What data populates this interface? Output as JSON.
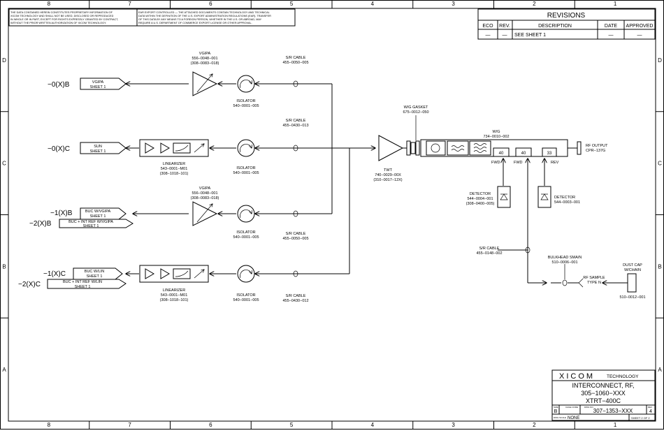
{
  "border": {
    "columns": [
      "8",
      "7",
      "6",
      "5",
      "4",
      "3",
      "2",
      "1"
    ],
    "rows": [
      "D",
      "C",
      "B",
      "A"
    ]
  },
  "notices": {
    "proprietary": [
      "THE DATA CONTAINED HEREIN CONSTITUTES PROPRIETARY INFORMATION OF",
      "XICOM TECHNOLOGY AND SHALL NOT BE USED, DISCLOSED OR REPRODUCED",
      "IN WHOLE OR IN PART, EXCEPT FOR RIGHTS EXPRESSLY GRANTED BY CONTRACT,",
      "WITHOUT THE PRIOR WRITTEN AUTHORIZATION OF XICOM TECHNOLOGY."
    ],
    "export": [
      "EAR EXPORT CONTROLLED — THE ATTACHED DOCUMENTS CONTAIN TECHNOLOGY AND TECHNICAL",
      "DATA WITHIN THE DEFINITION OF THE U.S. EXPORT ADMINISTRATION REGULATIONS (EAR). TRANSFER",
      "OF THIS DATA BY ANY MEANS TO A FOREIGN PERSON, WHETHER IN THE U.S. OR ABROAD, MAY",
      "REQUIRE A U.S. DEPARTMENT OF COMMERCE EXPORT LICENSE OR OTHER APPROVAL."
    ]
  },
  "revisions": {
    "title": "REVISIONS",
    "headers": [
      "ECO",
      "REV.",
      "DESCRIPTION",
      "DATE",
      "APPROVED"
    ],
    "row": [
      "—",
      "—",
      "SEE SHEET 1",
      "—",
      "—"
    ]
  },
  "signals": {
    "s1": {
      "label": "−0(X)B",
      "tag1": "VGIPA",
      "tag2": "SHEET 1"
    },
    "s2": {
      "label": "−0(X)C",
      "tag1": "SUN",
      "tag2": "SHEET 1"
    },
    "s3": {
      "label": "−1(X)B",
      "label2": "−2(X)B",
      "tag1": "BUC W/VGIPA",
      "tag2": "SHEET 1",
      "tag3": "BUC + INT REF W/VGIPA",
      "tag4": "SHEET 1"
    },
    "s4": {
      "label": "−1(X)C",
      "label2": "−2(X)C",
      "tag1": "BUC W/LIN",
      "tag2": "SHEET 1",
      "tag3": "BUC + INT REF W/LIN",
      "tag4": "SHEET 1"
    }
  },
  "components": {
    "vgipa1": [
      "VGIPA",
      "556−0048−001",
      "(308−0083−018)"
    ],
    "vgipa2": [
      "VGIPA",
      "556−0048−001",
      "(308−0083−018)"
    ],
    "lin1": [
      "LINEARIZER",
      "543−0001−M01",
      "(308−1018−101)"
    ],
    "lin2": [
      "LINEARIZER",
      "543−0001−M01",
      "(308−1018−101)"
    ],
    "iso1": [
      "ISOLATOR",
      "540−0001−005"
    ],
    "iso2": [
      "ISOLATOR",
      "540−0001−005"
    ],
    "iso3": [
      "ISOLATOR",
      "540−0001−005"
    ],
    "iso4": [
      "ISOLATOR",
      "540−0001−005"
    ],
    "cable1": [
      "S/R CABLE",
      "455−0050−005"
    ],
    "cable2": [
      "S/R CABLE",
      "455−0430−013"
    ],
    "cable3": [
      "S/R CABLE",
      "455−0050−005"
    ],
    "cable4": [
      "S/R CABLE",
      "455−0430−012"
    ],
    "cable5": [
      "S/R CABLE",
      "455−0148−002"
    ],
    "gasket": [
      "W/G GASKET",
      "675−0012−050"
    ],
    "twt": [
      "TWT",
      "740−0029−00X",
      "(310−0017−12X)"
    ],
    "wg": [
      "W/G",
      "734−0010−002"
    ],
    "rfout": [
      "RF OUTPUT",
      "CPR−137G"
    ],
    "det1": [
      "DETECTOR",
      "544−0004−001",
      "(308−0400−005)"
    ],
    "det2": [
      "DETECTOR",
      "544−0003−001"
    ],
    "bulkhead": [
      "BULKHEAD SMA/N",
      "510−0006−001"
    ],
    "rfsample": [
      "RF SAMPLE",
      "TYPE N"
    ],
    "dustcap": [
      "DUST CAP",
      "W/CHAIN",
      "510−0012−001"
    ],
    "coupler_values": [
      "40",
      "40",
      "33"
    ],
    "coupler_labels": [
      "FWD",
      "FWD",
      "REV"
    ]
  },
  "title_block": {
    "company": "XICOM",
    "company2": "TECHNOLOGY",
    "title1": "INTERCONNECT, RF,",
    "title2": "305−1060−XXX",
    "title3": "XTRT−400C",
    "size_label": "SIZE",
    "cage_label": "CAGE CODE",
    "dwg_label": "DWG NO.",
    "rev_label": "REV",
    "size": "B",
    "dwg_no": "307−1353−XXX",
    "rev": "4",
    "scale_label": "DWG SCALE",
    "scale": "NONE",
    "sheet": "SHEET 2 OF 2"
  }
}
